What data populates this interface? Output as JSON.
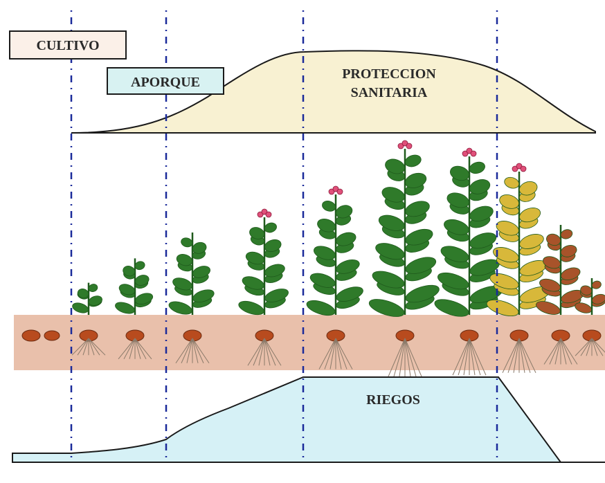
{
  "labels": {
    "cultivo": "CULTIVO",
    "aporque": "APORQUE",
    "proteccion_line1": "PROTECCION",
    "proteccion_line2": "SANITARIA",
    "riegos": "RIEGOS"
  },
  "colors": {
    "cultivo_box": "#fbf0e8",
    "aporque_box": "#d8f2f2",
    "proteccion_fill": "#f8f1d2",
    "riegos_fill": "#d6f1f6",
    "soil": "#e9c0ab",
    "divider": "#1a2a9a",
    "leaf": "#2f7a2a",
    "leaf_dark": "#1f5a1c",
    "leaf_yellow": "#d8b83a",
    "leaf_brown": "#a8532a",
    "tuber": "#b84b1e",
    "flower": "#e0507a",
    "root": "#8a7a6a"
  },
  "plant_stages": [
    {
      "growth": 0.0,
      "flowers": false,
      "tone": "green"
    },
    {
      "growth": 0.12,
      "flowers": false,
      "tone": "green"
    },
    {
      "growth": 0.28,
      "flowers": false,
      "tone": "green"
    },
    {
      "growth": 0.45,
      "flowers": false,
      "tone": "green"
    },
    {
      "growth": 0.55,
      "flowers": true,
      "tone": "green"
    },
    {
      "growth": 0.7,
      "flowers": true,
      "tone": "green"
    },
    {
      "growth": 1.0,
      "flowers": true,
      "tone": "green"
    },
    {
      "growth": 0.95,
      "flowers": true,
      "tone": "green"
    },
    {
      "growth": 0.85,
      "flowers": true,
      "tone": "yellowing"
    },
    {
      "growth": 0.5,
      "flowers": false,
      "tone": "senescent"
    },
    {
      "growth": 0.15,
      "flowers": false,
      "tone": "dead"
    }
  ]
}
